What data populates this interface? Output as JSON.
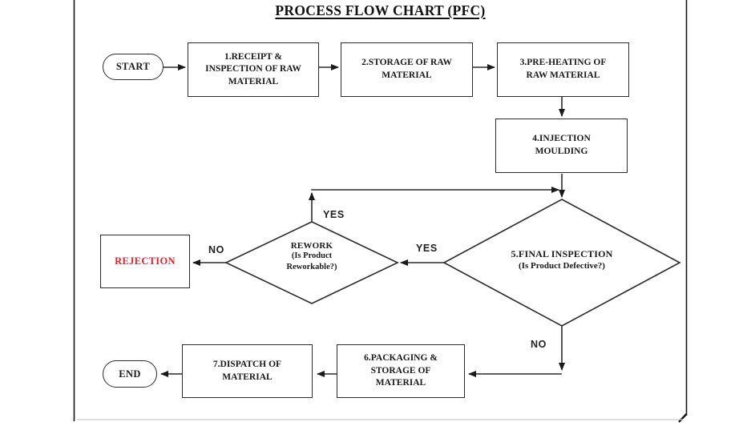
{
  "title": "PROCESS FLOW CHART (PFC)",
  "nodes": {
    "start": {
      "label": "START"
    },
    "receipt": {
      "label": "1.RECEIPT &\nINSPECTION OF RAW\nMATERIAL"
    },
    "storage": {
      "label": "2.STORAGE OF RAW\nMATERIAL"
    },
    "preheating": {
      "label": "3.PRE-HEATING OF\nRAW MATERIAL"
    },
    "injection": {
      "label": "4.INJECTION\nMOULDING"
    },
    "final_inspection": {
      "title": "5.FINAL INSPECTION",
      "subtitle": "(Is Product Defective?)"
    },
    "rework": {
      "title": "REWORK",
      "subtitle": "(Is Product\nReworkable?)"
    },
    "rejection": {
      "label": "REJECTION"
    },
    "packaging": {
      "label": "6.PACKAGING &\nSTORAGE OF\nMATERIAL"
    },
    "dispatch": {
      "label": "7.DISPATCH OF\nMATERIAL"
    },
    "end": {
      "label": "END"
    }
  },
  "edge_labels": {
    "rework_yes": "YES",
    "rework_no": "NO",
    "inspection_yes": "YES",
    "inspection_no": "NO"
  },
  "colors": {
    "line": "#2b2b2b",
    "frame": "#161616",
    "rejection_text": "#ed1c24",
    "text": "#1a1a1a"
  }
}
